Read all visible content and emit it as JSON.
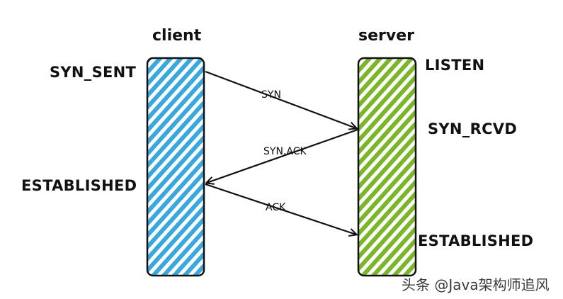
{
  "title_client": "client",
  "title_server": "server",
  "client_states": {
    "syn_sent": "SYN_SENT",
    "established": "ESTABLISHED"
  },
  "server_states": {
    "listen": "LISTEN",
    "syn_rcvd": "SYN_RCVD",
    "established": "ESTABLISHED"
  },
  "messages": {
    "syn": "SYN",
    "syn_ack": "SYN,ACK",
    "ack": "ACK"
  },
  "watermark": "头条 @Java架构师追风",
  "colors": {
    "client_fill": "#3aa8dd",
    "server_fill": "#7ab52a",
    "outline": "#111111"
  }
}
